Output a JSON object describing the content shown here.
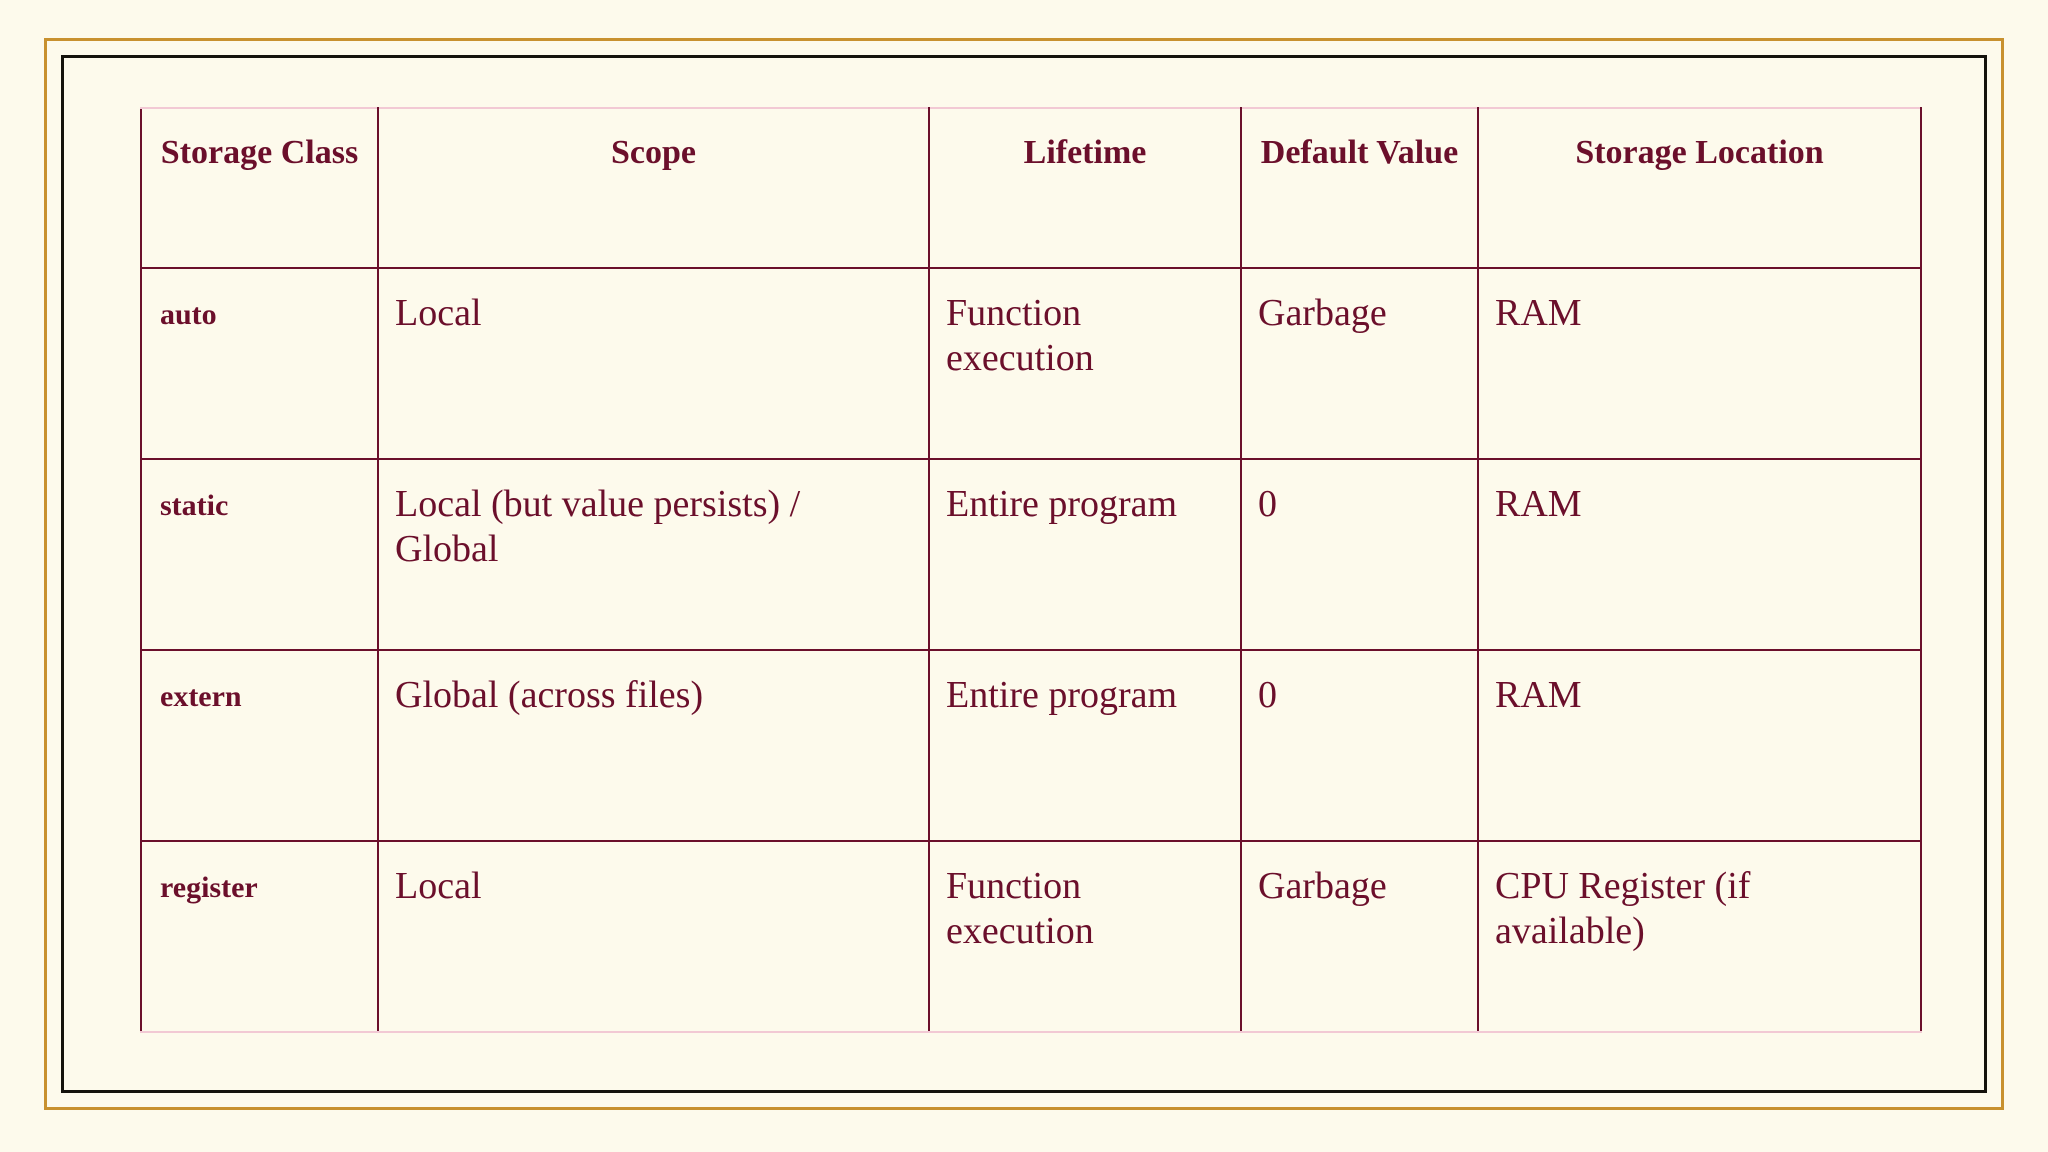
{
  "colors": {
    "page_background": "#fdfaec",
    "frame_outer": "#c8912f",
    "frame_inner": "#14120b",
    "table_border": "#6b0f2b",
    "table_border_light": "#f2c9d4",
    "text": "#6b0f2b"
  },
  "table": {
    "headers": [
      "Storage Class",
      "Scope",
      "Lifetime",
      "Default Value",
      "Storage Location"
    ],
    "rows": [
      {
        "storage_class": "auto",
        "scope": "Local",
        "lifetime": "Function execution",
        "default_value": "Garbage",
        "storage_location": "RAM"
      },
      {
        "storage_class": "static",
        "scope": "Local (but value persists) / Global",
        "lifetime": "Entire program",
        "default_value": "0",
        "storage_location": "RAM"
      },
      {
        "storage_class": "extern",
        "scope": "Global (across files)",
        "lifetime": "Entire program",
        "default_value": "0",
        "storage_location": "RAM"
      },
      {
        "storage_class": "register",
        "scope": "Local",
        "lifetime": "Function execution",
        "default_value": "Garbage",
        "storage_location": "CPU Register (if available)"
      }
    ]
  }
}
